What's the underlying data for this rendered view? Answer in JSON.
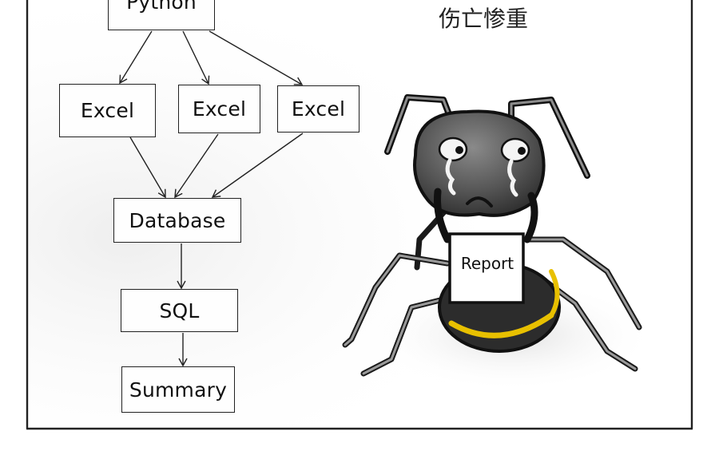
{
  "diagram": {
    "caption": "伤亡惨重",
    "nodes": {
      "python": "Python",
      "excel_1": "Excel",
      "excel_2": "Excel",
      "excel_3": "Excel",
      "database": "Database",
      "sql": "SQL",
      "summary": "Summary"
    },
    "edges": [
      {
        "from": "python",
        "to": "excel_1"
      },
      {
        "from": "python",
        "to": "excel_2"
      },
      {
        "from": "python",
        "to": "excel_3"
      },
      {
        "from": "excel_1",
        "to": "database"
      },
      {
        "from": "excel_2",
        "to": "database"
      },
      {
        "from": "excel_3",
        "to": "database"
      },
      {
        "from": "database",
        "to": "sql"
      },
      {
        "from": "sql",
        "to": "summary"
      }
    ]
  },
  "illustration": {
    "subject": "ant-icon",
    "sign_text": "Report"
  },
  "colors": {
    "ink": "#111111",
    "ant_body": "#4a4a4a",
    "ant_accent": "#e8c000",
    "panel_border": "#222222"
  }
}
